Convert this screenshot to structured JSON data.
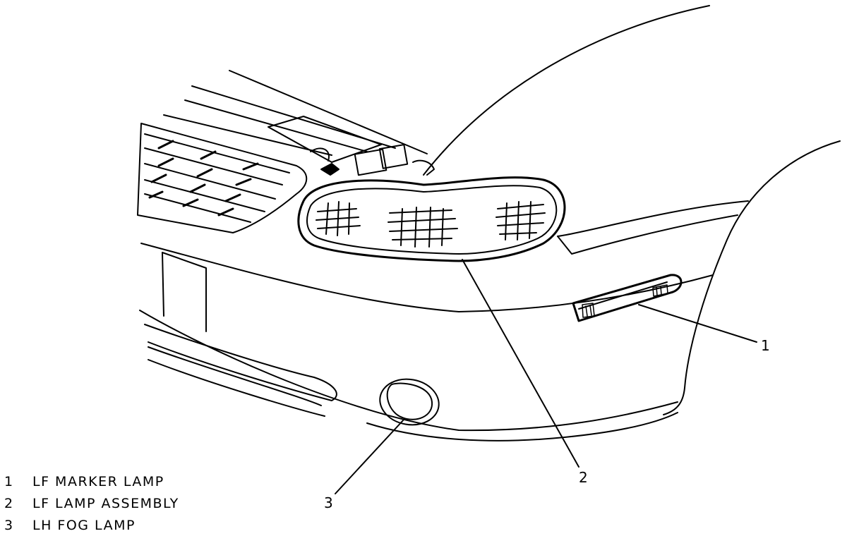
{
  "callouts": [
    {
      "number": "1"
    },
    {
      "number": "2"
    },
    {
      "number": "3"
    }
  ],
  "legend": [
    {
      "number": "1",
      "label": "LF MARKER LAMP"
    },
    {
      "number": "2",
      "label": "LF LAMP ASSEMBLY"
    },
    {
      "number": "3",
      "label": "LH FOG LAMP"
    }
  ]
}
